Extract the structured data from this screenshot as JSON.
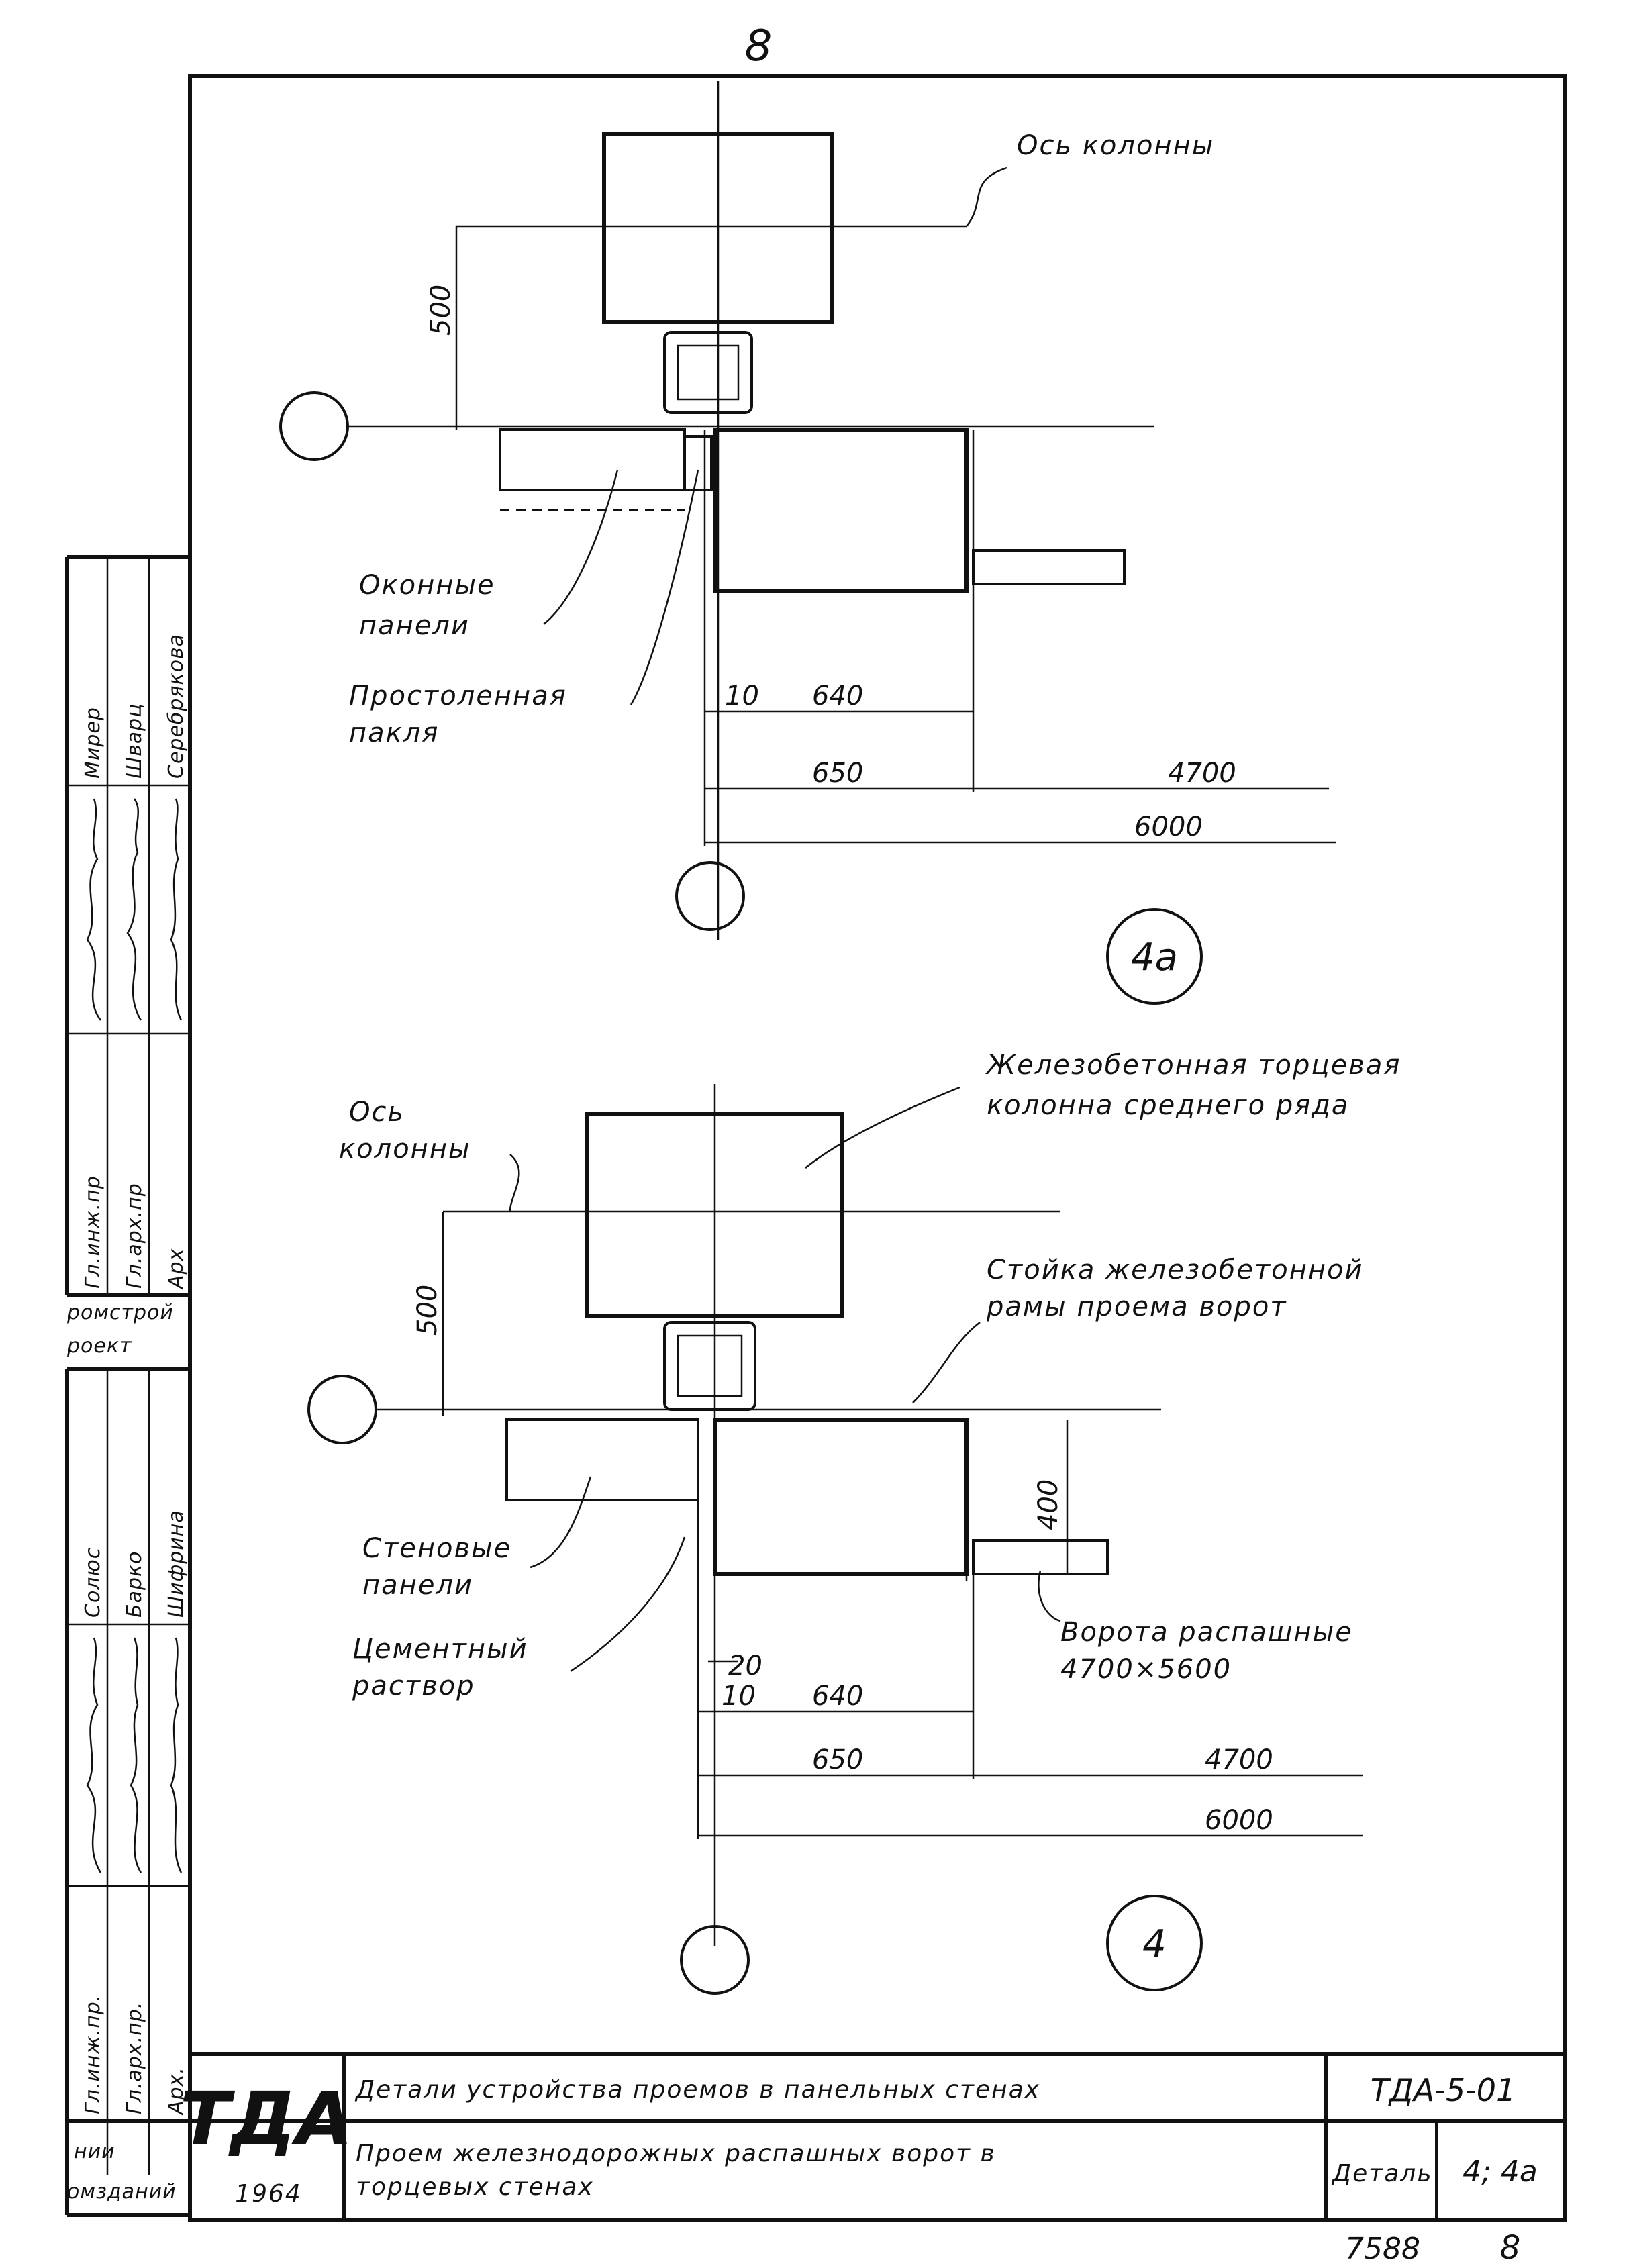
{
  "page_number_top": "8",
  "top_detail": {
    "axis_label": "Ось колонны",
    "dim_vertical": "500",
    "label_window_panels_1": "Оконные",
    "label_window_panels_2": "панели",
    "label_tarred_1": "Простоленная",
    "label_tarred_2": "пакля",
    "dim_10": "10",
    "dim_640": "640",
    "dim_650": "650",
    "dim_4700": "4700",
    "dim_6000": "6000",
    "detail_marker": "4а"
  },
  "bottom_detail": {
    "axis_label_1": "Ось",
    "axis_label_2": "колонны",
    "label_column_1": "Железобетонная торцевая",
    "label_column_2": "колонна среднего ряда",
    "label_post_1": "Стойка железобетонной",
    "label_post_2": "рамы проема ворот",
    "dim_vertical": "500",
    "dim_400": "400",
    "label_wall_panels_1": "Стеновые",
    "label_wall_panels_2": "панели",
    "label_mortar_1": "Цементный",
    "label_mortar_2": "раствор",
    "label_gates_1": "Ворота распашные",
    "label_gates_2": "4700×5600",
    "dim_20": "20",
    "dim_10": "10",
    "dim_640": "640",
    "dim_650": "650",
    "dim_4700": "4700",
    "dim_6000": "6000",
    "detail_marker": "4"
  },
  "side_stamp": {
    "upper_roles": [
      "Гл.инж.пр",
      "Гл.арх.пр",
      "Арх"
    ],
    "upper_names": [
      "Мирер",
      "Шварц",
      "Серебрякова"
    ],
    "org_1": "ромстрой",
    "org_2": "роект",
    "lower_roles": [
      "Гл.инж.пр.",
      "Гл.арх.пр.",
      "Арх."
    ],
    "lower_names": [
      "Солюс",
      "Барко",
      "Шифрина"
    ],
    "corner_1": "нии",
    "corner_2": "омзданий"
  },
  "title_block": {
    "logo": "ТДА",
    "year": "1964",
    "title_main": "Детали устройства проемов в панельных стенах",
    "title_sub_1": "Проем железнодорожных распашных ворот в",
    "title_sub_2": "торцевых стенах",
    "code": "ТДА-5-01",
    "detail_label": "Деталь",
    "detail_value": "4; 4а"
  },
  "footer_number": "7588",
  "footer_page": "8"
}
